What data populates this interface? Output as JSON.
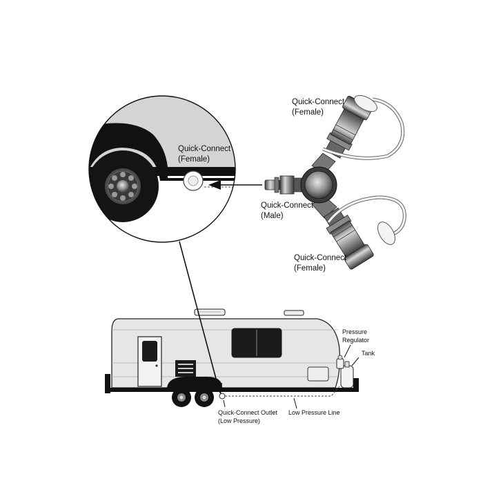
{
  "labels": {
    "inset_female_line1": "Quick-Connect",
    "inset_female_line2": "(Female)",
    "top_female_line1": "Quick-Connect",
    "top_female_line2": "(Female)",
    "male_line1": "Quick-Connect",
    "male_line2": "(Male)",
    "bottom_female_line1": "Quick-Connect",
    "bottom_female_line2": "(Female)",
    "regulator_line1": "Pressure",
    "regulator_line2": "Regulator",
    "tank": "Tank",
    "outlet_line1": "Quick-Connect Outlet",
    "outlet_line2": "(Low Pressure)",
    "low_pressure_line": "Low Pressure Line"
  },
  "colors": {
    "ink": "#111111",
    "trailer_body": "#e6e6e6",
    "inset_sky": "#d4d4d4",
    "metal_dark": "#555555",
    "metal_light": "#cfcfcf",
    "cap_white": "#f4f4f4"
  }
}
